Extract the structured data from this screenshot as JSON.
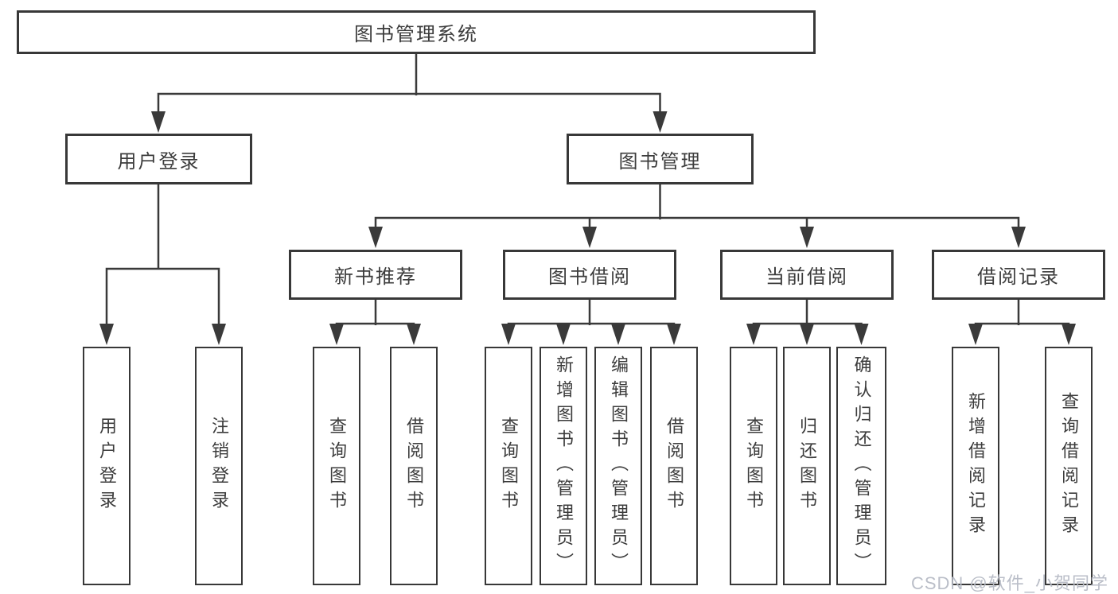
{
  "diagram": {
    "root": {
      "label": "图书管理系统",
      "children": [
        {
          "label": "用户登录",
          "children": [
            {
              "label": "用户登录"
            },
            {
              "label": "注销登录"
            }
          ]
        },
        {
          "label": "图书管理",
          "children": [
            {
              "label": "新书推荐",
              "children": [
                {
                  "label": "查询图书"
                },
                {
                  "label": "借阅图书"
                }
              ]
            },
            {
              "label": "图书借阅",
              "children": [
                {
                  "label": "查询图书"
                },
                {
                  "label": "新增图书（管理员）"
                },
                {
                  "label": "编辑图书（管理员）"
                },
                {
                  "label": "借阅图书"
                }
              ]
            },
            {
              "label": "当前借阅",
              "children": [
                {
                  "label": "查询图书"
                },
                {
                  "label": "归还图书"
                },
                {
                  "label": "确认归还（管理员）"
                }
              ]
            },
            {
              "label": "借阅记录",
              "children": [
                {
                  "label": "新增借阅记录"
                },
                {
                  "label": "查询借阅记录"
                }
              ]
            }
          ]
        }
      ]
    },
    "colors": {
      "line": "#3a3a3a",
      "box_border": "#383838",
      "text": "#3c3c3c",
      "background": "#ffffff",
      "watermark": "#b6bbc5"
    }
  },
  "watermark": {
    "text": "CSDN @软件_小贺同学"
  }
}
